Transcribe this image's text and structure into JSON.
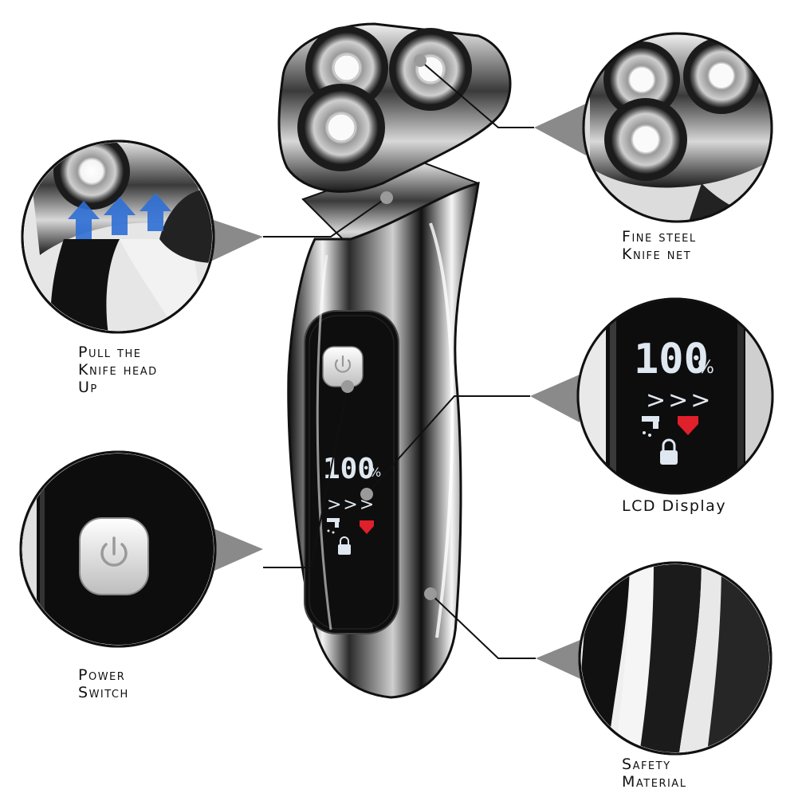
{
  "callouts": [
    {
      "id": "fine-steel-knife-net",
      "lines": [
        "Fine steel",
        "knife net"
      ]
    },
    {
      "id": "pull-knife-head-up",
      "lines": [
        "Pull the",
        "knife head",
        "up"
      ]
    },
    {
      "id": "lcd-display",
      "lines": [
        "LCD Display"
      ]
    },
    {
      "id": "power-switch",
      "lines": [
        "Power",
        "switch"
      ]
    },
    {
      "id": "safety-material",
      "lines": [
        "Safety",
        "material"
      ]
    }
  ],
  "lcd": {
    "percent_value": "100",
    "percent_sign": "%",
    "arrows": ">>>"
  },
  "colors": {
    "chrome_dark": "#1a1a1a",
    "chrome_light": "#e8e8e8",
    "lcd_text": "#dfe7f0",
    "lcd_heart": "#e0202a",
    "arrow_blue": "#2f6fd6"
  }
}
